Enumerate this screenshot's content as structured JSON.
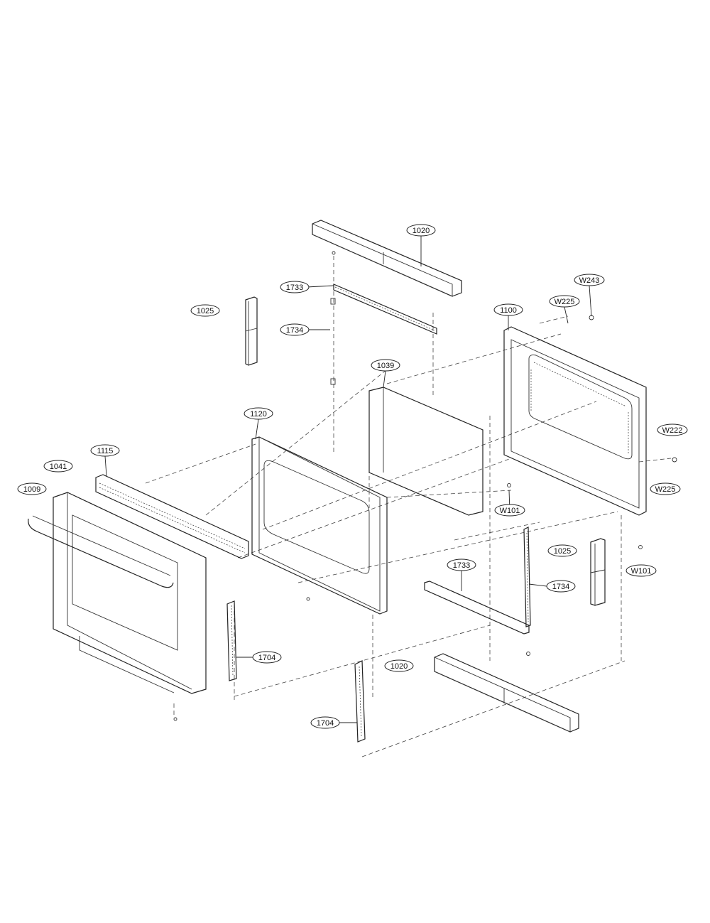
{
  "callouts": {
    "c1020_top": "1020",
    "c1733_top": "1733",
    "c1734_top": "1734",
    "c1025_left": "1025",
    "c1100": "1100",
    "c1039": "1039",
    "c1120": "1120",
    "cW243": "W243",
    "cW225_top": "W225",
    "cW222": "W222",
    "cW225_bottom": "W225",
    "c1115": "1115",
    "c1041": "1041",
    "c1009": "1009",
    "cW101_center": "W101",
    "cW101_right": "W101",
    "c1025_right": "1025",
    "c1733_bottom": "1733",
    "c1734_bottom": "1734",
    "c1704_left": "1704",
    "c1020_bottom": "1020",
    "c1704_bottom": "1704"
  }
}
